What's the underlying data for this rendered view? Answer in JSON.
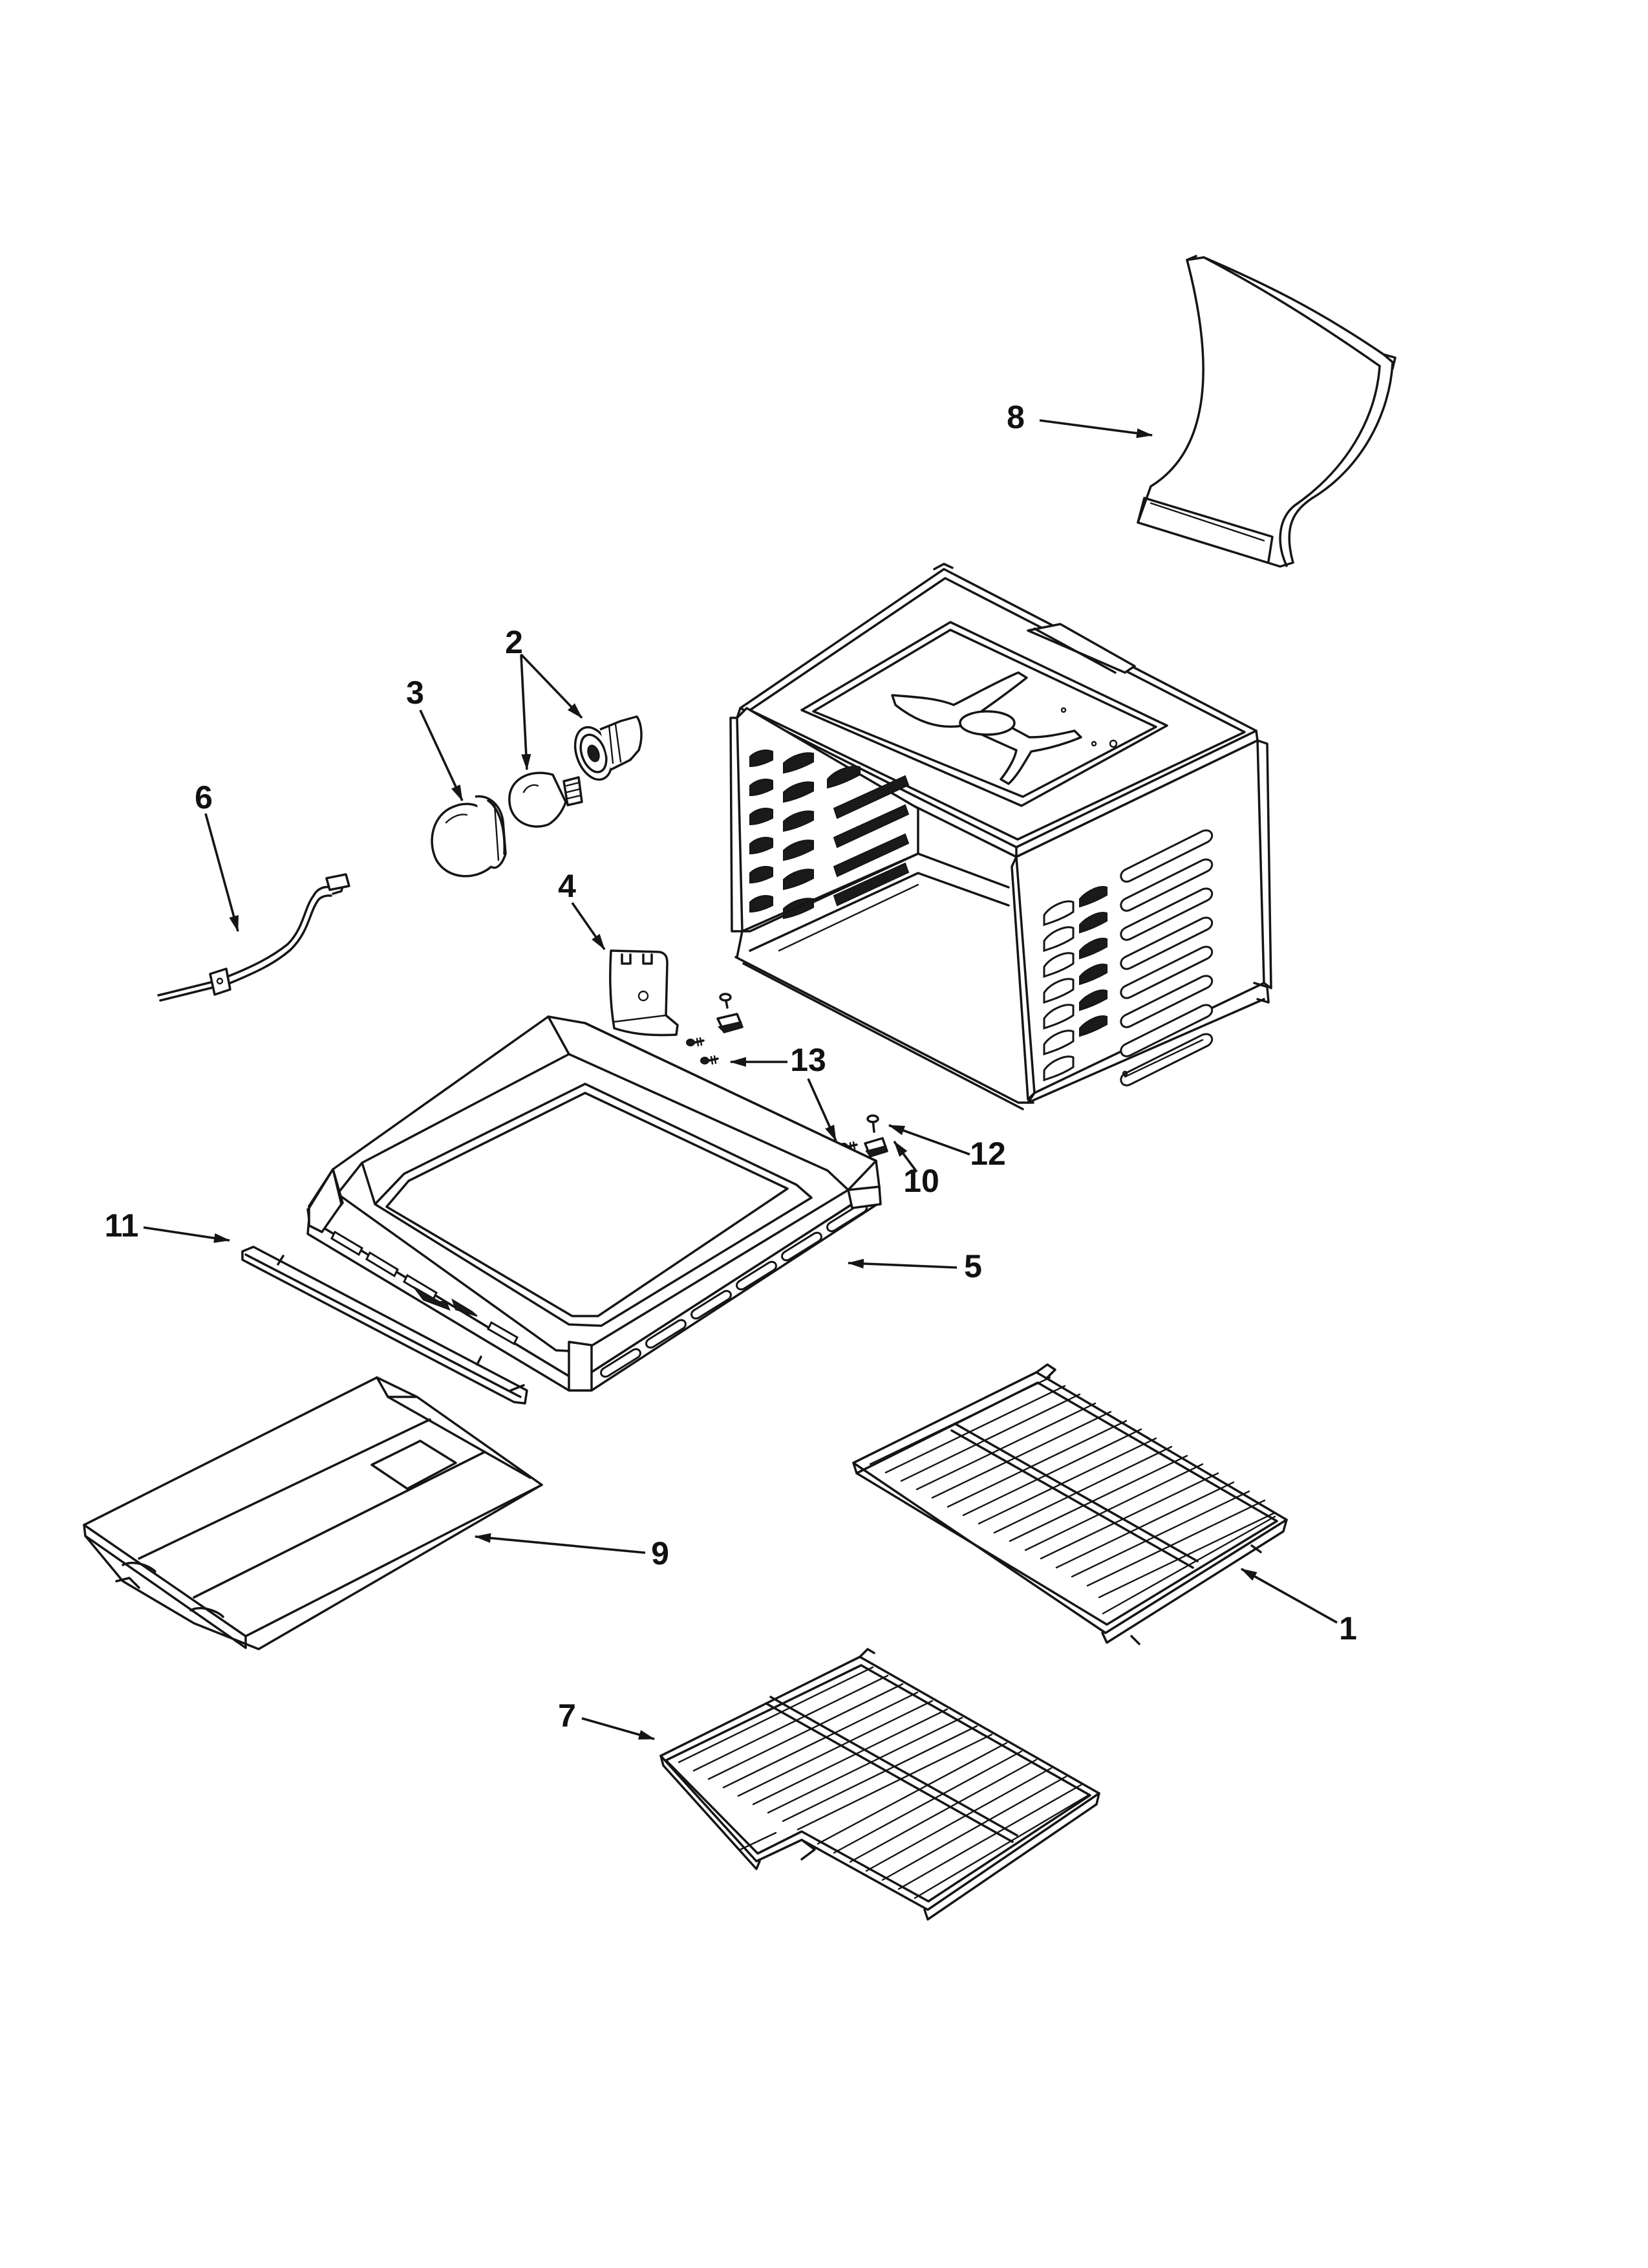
{
  "callouts": [
    {
      "id": "1",
      "label": "1"
    },
    {
      "id": "2",
      "label": "2"
    },
    {
      "id": "3",
      "label": "3"
    },
    {
      "id": "4",
      "label": "4"
    },
    {
      "id": "5",
      "label": "5"
    },
    {
      "id": "6",
      "label": "6"
    },
    {
      "id": "7",
      "label": "7"
    },
    {
      "id": "8",
      "label": "8"
    },
    {
      "id": "9",
      "label": "9"
    },
    {
      "id": "10",
      "label": "10"
    },
    {
      "id": "11",
      "label": "11"
    },
    {
      "id": "12",
      "label": "12"
    },
    {
      "id": "13",
      "label": "13"
    }
  ],
  "colors": {
    "line": "#151515",
    "background": "#ffffff"
  }
}
